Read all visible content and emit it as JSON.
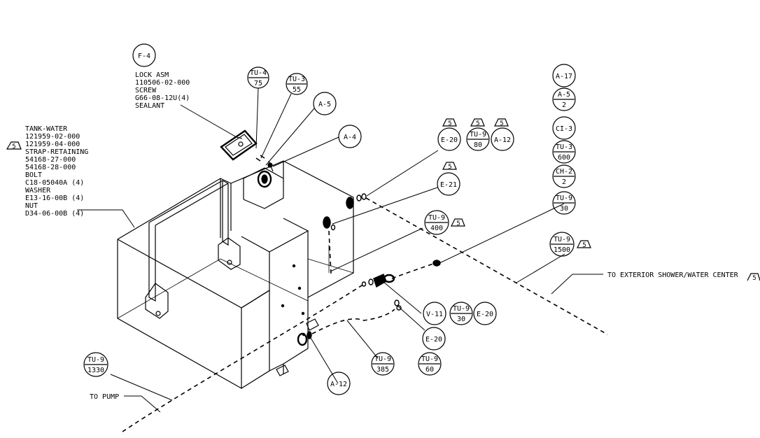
{
  "notes": {
    "lock": [
      "LOCK ASM",
      "110506-02-000",
      "SCREW",
      "G66-08-12U(4)",
      "SEALANT"
    ],
    "tank": [
      "TANK-WATER",
      "121959-02-000",
      "121959-04-000",
      "STRAP-RETAINING",
      "54168-27-000",
      "54168-28-000",
      "BOLT",
      "C18-05040A (4)",
      "WASHER",
      "E13-16-00B (4)",
      "NUT",
      "D34-06-00B (4)"
    ],
    "to_pump": "TO PUMP",
    "to_exterior": "TO EXTERIOR SHOWER/WATER CENTER"
  },
  "callouts": {
    "f4": "F-4",
    "tu4_75": {
      "top": "TU-4",
      "bottom": "75"
    },
    "tu3_55": {
      "top": "TU-3",
      "bottom": "55"
    },
    "a5": "A-5",
    "a4": "A-4",
    "e20_top": "E-20",
    "tu9_80": {
      "top": "TU-9",
      "bottom": "80"
    },
    "a12_top": "A-12",
    "e21": "E-21",
    "tu9_400": {
      "top": "TU-9",
      "bottom": "400"
    },
    "v11": "V-11",
    "tu9_30_mid": {
      "top": "TU-9",
      "bottom": "30"
    },
    "e20_mid": "E-20",
    "e20_low": "E-20",
    "tu9_385": {
      "top": "TU-9",
      "bottom": "385"
    },
    "tu9_60": {
      "top": "TU-9",
      "bottom": "60"
    },
    "a12_low": "A-12",
    "tu9_1330": {
      "top": "TU-9",
      "bottom": "1330"
    },
    "tu9_1500": {
      "top": "TU-9",
      "bottom": "1500"
    },
    "col_a17": "A-17",
    "col_a5_2": {
      "top": "A-5",
      "bottom": "2"
    },
    "col_ci3": "CI-3",
    "col_tu3_600": {
      "top": "TU-3",
      "bottom": "600"
    },
    "col_ch2_2": {
      "top": "CH-2",
      "bottom": "2"
    },
    "col_tu9_30": {
      "top": "TU-9",
      "bottom": "30"
    }
  },
  "revision_flag": "5"
}
